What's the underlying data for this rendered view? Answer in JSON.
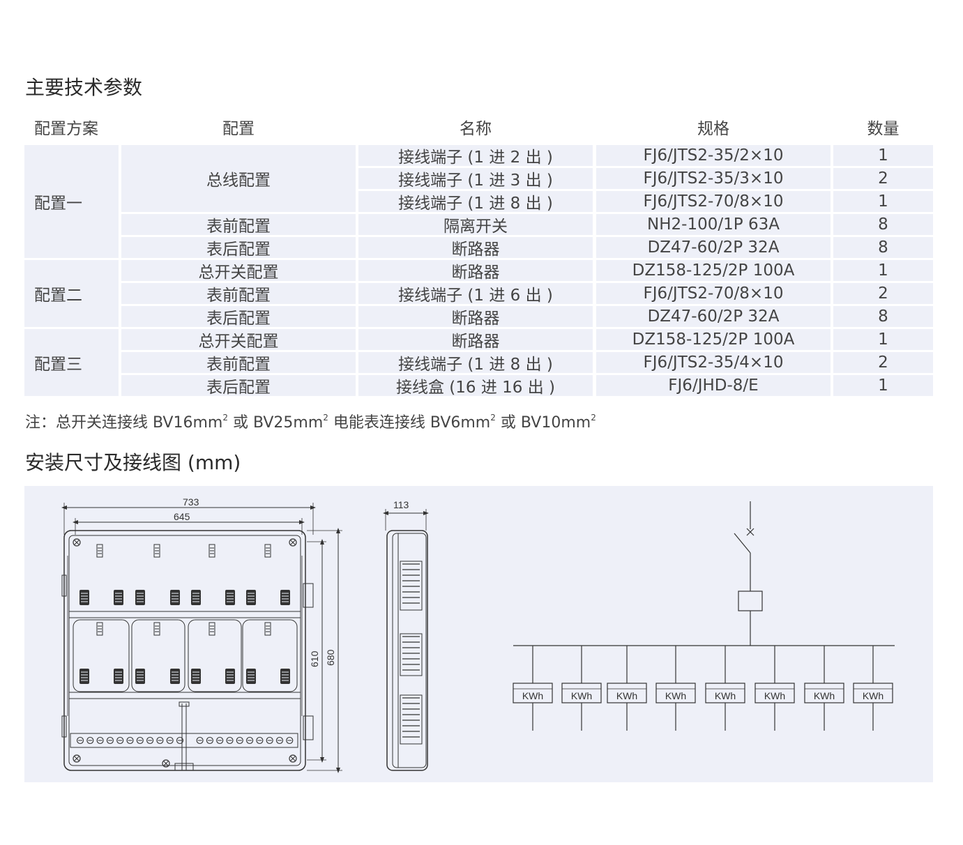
{
  "titles": {
    "params": "主要技术参数",
    "diagram": "安装尺寸及接线图 (mm)"
  },
  "table": {
    "headers": [
      "配置方案",
      "配置",
      "名称",
      "规格",
      "数量"
    ],
    "groups": [
      {
        "label": "配置一",
        "sub": [
          {
            "label": "总线配置",
            "rows": [
              {
                "name": "接线端子 (1 进 2 出 )",
                "spec": "FJ6/JTS2-35/2×10",
                "qty": "1"
              },
              {
                "name": "接线端子 (1 进 3 出 )",
                "spec": "FJ6/JTS2-35/3×10",
                "qty": "2"
              },
              {
                "name": "接线端子 (1 进 8 出 )",
                "spec": "FJ6/JTS2-70/8×10",
                "qty": "1"
              }
            ]
          },
          {
            "label": "表前配置",
            "rows": [
              {
                "name": "隔离开关",
                "spec": "NH2-100/1P 63A",
                "qty": "8"
              }
            ]
          },
          {
            "label": "表后配置",
            "rows": [
              {
                "name": "断路器",
                "spec": "DZ47-60/2P 32A",
                "qty": "8"
              }
            ]
          }
        ]
      },
      {
        "label": "配置二",
        "sub": [
          {
            "label": "总开关配置",
            "rows": [
              {
                "name": "断路器",
                "spec": "DZ158-125/2P 100A",
                "qty": "1"
              }
            ]
          },
          {
            "label": "表前配置",
            "rows": [
              {
                "name": "接线端子 (1 进 6 出 )",
                "spec": "FJ6/JTS2-70/8×10",
                "qty": "2"
              }
            ]
          },
          {
            "label": "表后配置",
            "rows": [
              {
                "name": "断路器",
                "spec": "DZ47-60/2P 32A",
                "qty": "8"
              }
            ]
          }
        ]
      },
      {
        "label": "配置三",
        "sub": [
          {
            "label": "总开关配置",
            "rows": [
              {
                "name": "断路器",
                "spec": "DZ158-125/2P 100A",
                "qty": "1"
              }
            ]
          },
          {
            "label": "表前配置",
            "rows": [
              {
                "name": "接线端子 (1 进 8 出 )",
                "spec": "FJ6/JTS2-35/4×10",
                "qty": "2"
              }
            ]
          },
          {
            "label": "表后配置",
            "rows": [
              {
                "name": "接线盒 (16 进 16 出 )",
                "spec": "FJ6/JHD-8/E",
                "qty": "1"
              }
            ]
          }
        ]
      }
    ]
  },
  "note": {
    "prefix": "注：总开关连接线 BV16mm",
    "sup1": "2",
    "mid1": " 或 BV25mm",
    "sup2": "2",
    "mid2": " 电能表连接线 BV6mm",
    "sup3": "2",
    "mid3": " 或 BV10mm",
    "sup4": "2"
  },
  "dimensions": {
    "outer_width": "733",
    "inner_width": "645",
    "inner_height": "610",
    "outer_height": "680",
    "depth": "113"
  },
  "meters": {
    "label": "KWh",
    "count": 8
  },
  "colors": {
    "cell_bg": "#eef0f8",
    "line": "#333333"
  }
}
